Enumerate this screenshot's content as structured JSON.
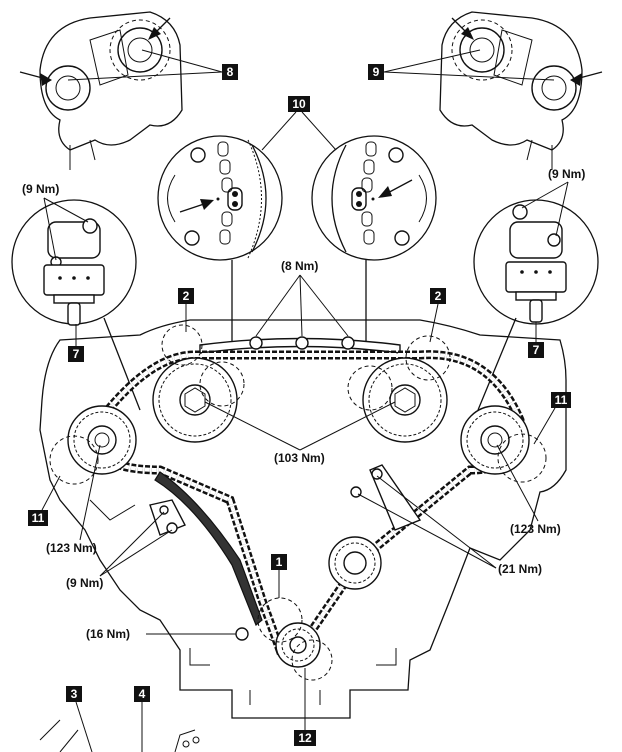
{
  "callouts": {
    "c1": "1",
    "c2": "2",
    "c3": "3",
    "c4": "4",
    "c7": "7",
    "c8": "8",
    "c9": "9",
    "c10": "10",
    "c11": "11",
    "c12": "12"
  },
  "torque": {
    "tensioner_bolt_left": "(9 Nm)",
    "tensioner_bolt_right": "(9 Nm)",
    "guide_top": "(8 Nm)",
    "camshaft_intake": "(103 Nm)",
    "camshaft_exhaust_left": "(123 Nm)",
    "camshaft_exhaust_right": "(123 Nm)",
    "tensioner_lower": "(9 Nm)",
    "guide_right": "(21  Nm)",
    "pivot_bolt": "(16 Nm)"
  },
  "colors": {
    "line": "#111111",
    "background": "#ffffff",
    "callout_box": "#111111"
  }
}
